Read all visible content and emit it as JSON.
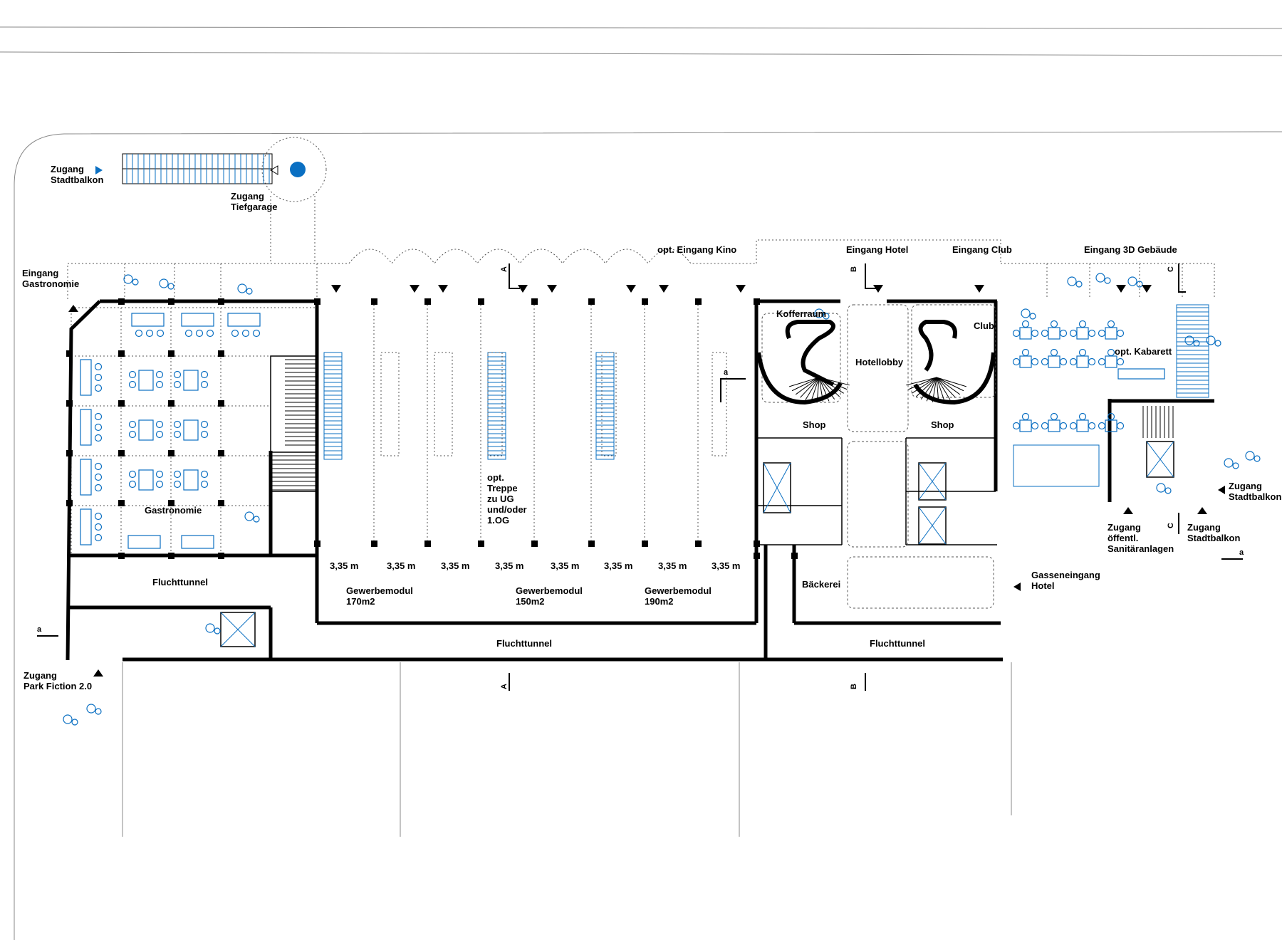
{
  "accent_color": "#0a6fc2",
  "wall_color": "#000000",
  "rooms": {
    "gastronomie": "Gastronomie",
    "fluchttunnel_left": "Fluchttunnel",
    "fluchttunnel_mid": "Fluchttunnel",
    "fluchttunnel_right": "Fluchttunnel",
    "opt_treppe": "opt.\nTreppe\nzu UG\nund/oder\n1.OG",
    "gewerbe_1": "Gewerbemodul\n170m2",
    "gewerbe_2": "Gewerbemodul\n150m2",
    "gewerbe_3": "Gewerbemodul\n190m2",
    "kofferraum": "Kofferraum",
    "hotellobby": "Hotellobby",
    "club": "Club",
    "shop_1": "Shop",
    "shop_2": "Shop",
    "baeckerei": "Bäckerei",
    "opt_kabarett": "opt. Kabarett"
  },
  "entrances": {
    "stadtbalkon_top": "Zugang\nStadtbalkon",
    "tiefgarage": "Zugang\nTiefgarage",
    "gastronomie": "Eingang\nGastronomie",
    "kino": "opt. Eingang Kino",
    "hotel": "Eingang Hotel",
    "club": "Eingang Club",
    "gebaeude_3d": "Eingang 3D Gebäude",
    "stadtbalkon_right": "Zugang\nStadtbalkon",
    "sanitaer": "Zugang\nöffentl.\nSanitäranlagen",
    "stadtbalkon_bottom": "Zugang\nStadtbalkon",
    "gasse_hotel": "Gasseneingang\nHotel",
    "park_fiction": "Zugang\nPark Fiction 2.0"
  },
  "dimensions": [
    "3,35 m",
    "3,35 m",
    "3,35 m",
    "3,35 m",
    "3,35 m",
    "3,35 m",
    "3,35 m",
    "3,35 m"
  ],
  "section_marks": {
    "a_left": "a",
    "a_right": "a",
    "a_mid": "a",
    "A_top": "A",
    "A_bottom": "A",
    "B_top": "B",
    "B_bottom": "B",
    "C_top": "C",
    "C_bottom": "C"
  }
}
